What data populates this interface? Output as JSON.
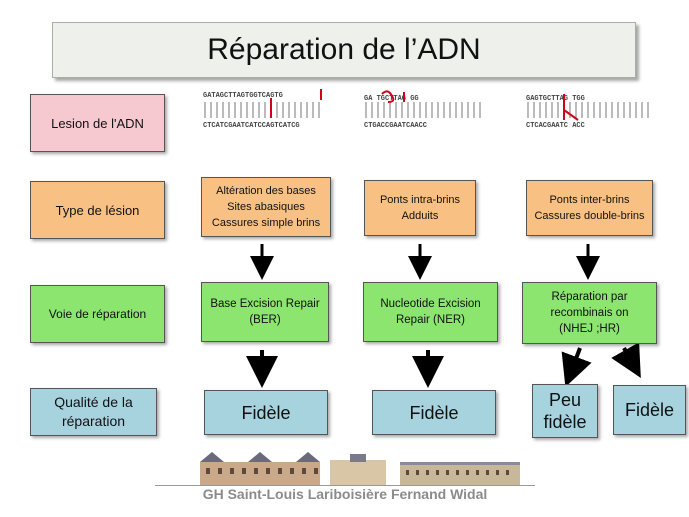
{
  "title": "Réparation de l’ADN",
  "rows": {
    "lesion": "Lesion de l'ADN",
    "type": "Type de lésion",
    "voie": "Voie de réparation",
    "qualite": "Qualité de la\nréparation"
  },
  "columns": [
    {
      "type_lesion": "Altération des bases\nSites abasiques\nCassures simple brins",
      "voie": "Base Excision Repair\n(BER)",
      "qualite": "Fidèle"
    },
    {
      "type_lesion": "Ponts intra-brins\nAdduits",
      "voie": "Nucleotide Excision\nRepair (NER)",
      "qualite": "Fidèle"
    },
    {
      "type_lesion": "Ponts inter-brins\nCassures double-brins",
      "voie": "Réparation par\nrecombinais on\n(NHEJ ;HR)",
      "qualite_a": "Peu\nfidèle",
      "qualite_b": "Fidèle"
    }
  ],
  "dna": [
    {
      "top": "GATAGCTTAGTGGTCAGTG",
      "bottom": "CTCATCGAATCATCCAGTCATCG"
    },
    {
      "top": "GA TGCTTAG GG",
      "bottom": "CTGACCGAATCAACC"
    },
    {
      "top": "GAGTGCTTAG TGG",
      "bottom": "CTCACGAATC ACC"
    }
  ],
  "footer": "GH Saint-Louis Lariboisière Fernand Widal",
  "colors": {
    "pink": "#f6c9d0",
    "orange": "#f8c183",
    "green": "#8ce56f",
    "blue": "#a7d3df",
    "lesion_marker": "#d0021b"
  }
}
